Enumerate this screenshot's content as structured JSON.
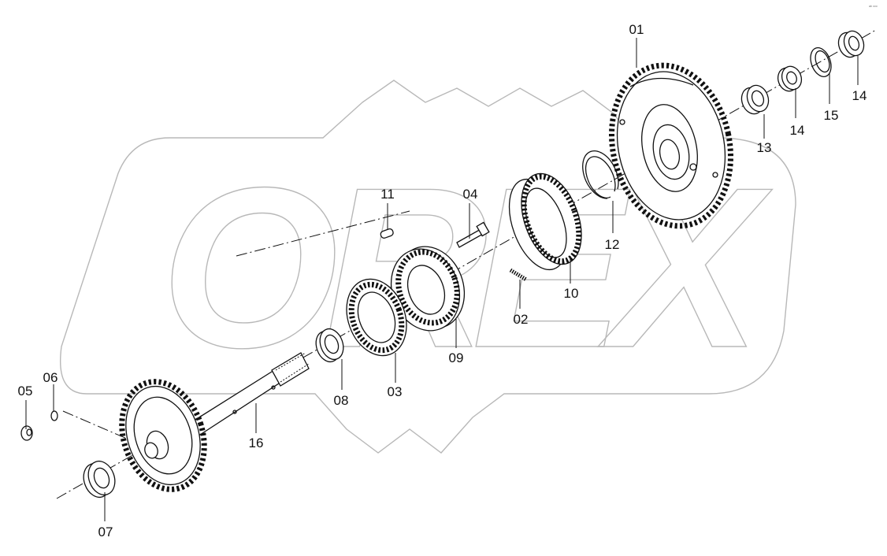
{
  "diagram": {
    "watermark": "OREX",
    "corner_mark": "ᵃᵇ ᵒᵒᵒ",
    "part_labels": {
      "p01": "01",
      "p02": "02",
      "p03": "03",
      "p04": "04",
      "p05": "05",
      "p06": "06",
      "p07": "07",
      "p08": "08",
      "p09": "09",
      "p10": "10",
      "p11": "11",
      "p12": "12",
      "p13": "13",
      "p14a": "14",
      "p14b": "14",
      "p15": "15",
      "p16": "16"
    }
  }
}
